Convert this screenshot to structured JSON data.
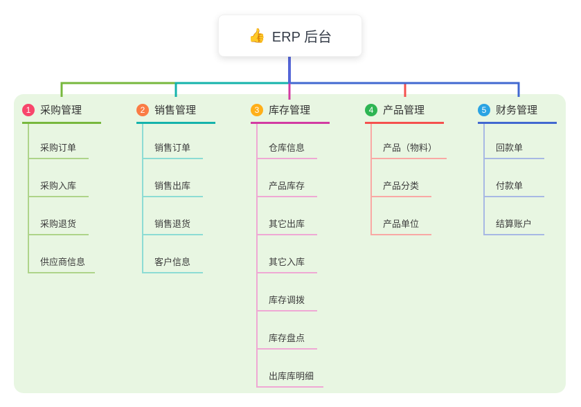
{
  "root": {
    "icon": "👍",
    "label": "ERP 后台"
  },
  "colors": {
    "canvas": "#ffffff",
    "panel": "#e8f6e2",
    "stem": "#5566d7",
    "text_dark": "#353c48",
    "text_child": "#3c3c3c"
  },
  "branches": [
    {
      "num": "1",
      "label": "采购管理",
      "badge_color": "#f8466b",
      "line_color": "#77b83d",
      "tint_color": "#aed489",
      "children": [
        "采购订单",
        "采购入库",
        "采购退货",
        "供应商信息"
      ]
    },
    {
      "num": "2",
      "label": "销售管理",
      "badge_color": "#fa7c45",
      "line_color": "#14b3ab",
      "tint_color": "#8cdcd4",
      "children": [
        "销售订单",
        "销售出库",
        "销售退货",
        "客户信息"
      ]
    },
    {
      "num": "3",
      "label": "库存管理",
      "badge_color": "#ffaf19",
      "line_color": "#d23ba2",
      "tint_color": "#efa8d4",
      "children": [
        "仓库信息",
        "产品库存",
        "其它出库",
        "其它入库",
        "库存调拨",
        "库存盘点",
        "出库库明细"
      ]
    },
    {
      "num": "4",
      "label": "产品管理",
      "badge_color": "#2eb553",
      "line_color": "#f4504e",
      "tint_color": "#f9a8a4",
      "children": [
        "产品（物料）",
        "产品分类",
        "产品单位"
      ]
    },
    {
      "num": "5",
      "label": "财务管理",
      "badge_color": "#2aa3e3",
      "line_color": "#4168d0",
      "tint_color": "#a7b8e4",
      "children": [
        "回款单",
        "付款单",
        "结算账户"
      ]
    }
  ]
}
